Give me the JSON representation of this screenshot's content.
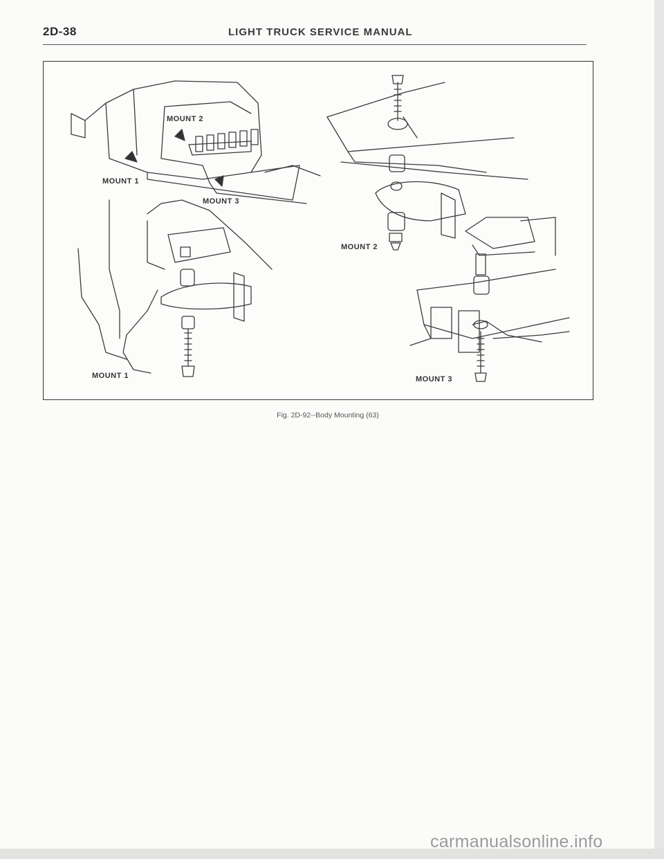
{
  "header": {
    "page_number": "2D-38",
    "running_head": "LIGHT TRUCK SERVICE MANUAL"
  },
  "figure": {
    "labels": {
      "cab_mount_1": "MOUNT 1",
      "cab_mount_2": "MOUNT 2",
      "cab_mount_3": "MOUNT 3",
      "detail_mount_1": "MOUNT 1",
      "detail_mount_2": "MOUNT 2",
      "detail_mount_3": "MOUNT 3"
    },
    "caption": "Fig. 2D-92--Body Mounting (63)"
  },
  "footer": {
    "watermark": "carmanualsonline.info"
  }
}
